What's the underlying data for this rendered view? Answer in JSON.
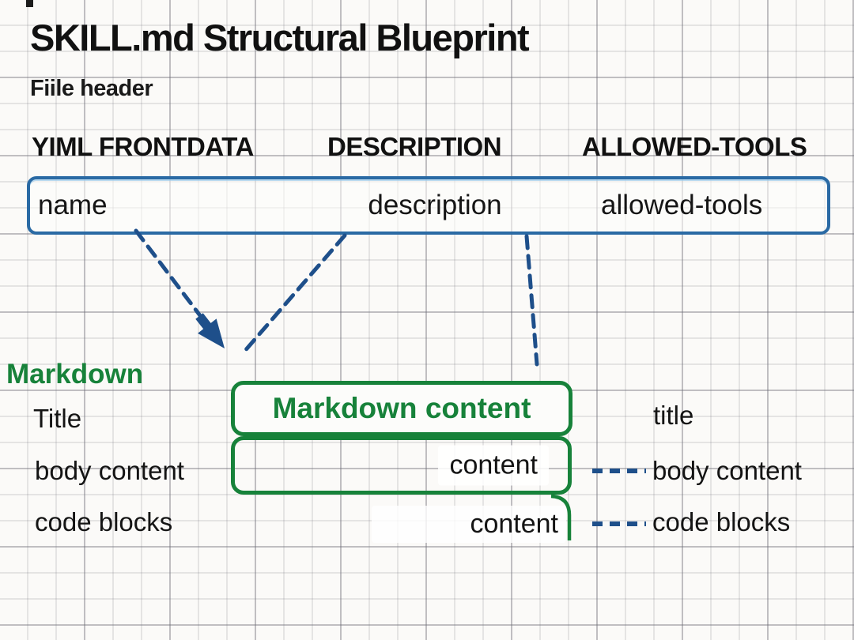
{
  "header": {
    "title": "SKILL.md Structural Blueprint",
    "subtitle": "Fiile header"
  },
  "frontmatter": {
    "col_headers": [
      "YIML FRONTDATA",
      "DESCRIPTION",
      "ALLOWED-TOOLS"
    ],
    "fields": [
      "name",
      "description",
      "allowed-tools"
    ]
  },
  "markdown": {
    "section_label": "Markdown",
    "left_labels": [
      "Title",
      "body content",
      "code blocks"
    ],
    "title_box_text": "Markdown content",
    "body_box_text": "content",
    "code_box_text": "content",
    "right_labels": [
      "title",
      "body content",
      "code blocks"
    ]
  },
  "colors": {
    "blue_border": "#2a6aa4",
    "blue_line": "#1e4f8a",
    "green": "#17823a",
    "text": "#141414"
  }
}
